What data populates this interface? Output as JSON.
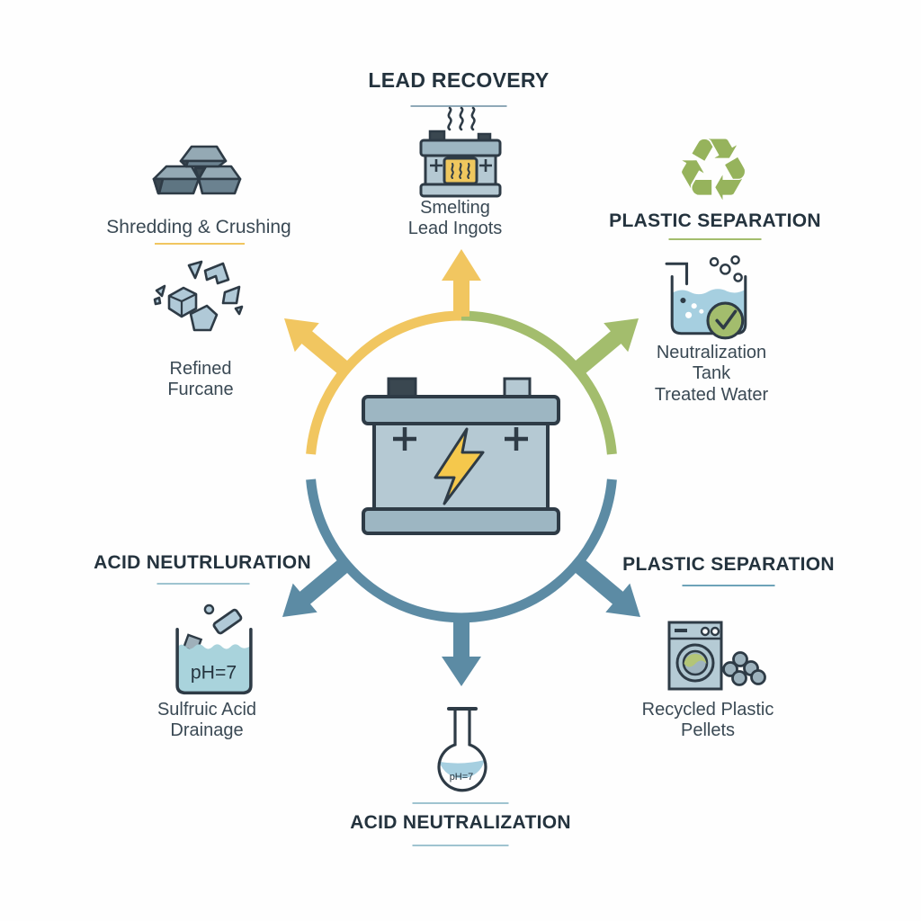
{
  "palette": {
    "yellow": "#F1C660",
    "green": "#A3BD6D",
    "blue": "#5C8BA4",
    "navy": "#2E3B46",
    "title_color": "#24333E",
    "caption_color": "#3A4954"
  },
  "stages": {
    "lead_recovery": {
      "title": "LEAD RECOVERY",
      "caption": "Smelting\nLead Ingots"
    },
    "shredding_crushing": {
      "label": "Shredding & Crushing",
      "caption": "Refined\nFurcane"
    },
    "plastic_separation_top": {
      "title": "PLASTIC SEPARATION",
      "caption": "Neutralization\nTank\nTreated Water"
    },
    "acid_neutralization_left": {
      "title": "ACID NEUTRLURATION",
      "caption": "Sulfruic Acid\nDrainage",
      "ph_label": "pH=7"
    },
    "plastic_separation_bottom": {
      "title": "PLASTIC SEPARATION",
      "caption": "Recycled Plastic\nPellets"
    },
    "acid_neutralization_bottom": {
      "title": "ACID NEUTRALIZATION",
      "ph_label": "pH=7"
    }
  },
  "icons": {
    "recycle_glyph": "♻"
  }
}
